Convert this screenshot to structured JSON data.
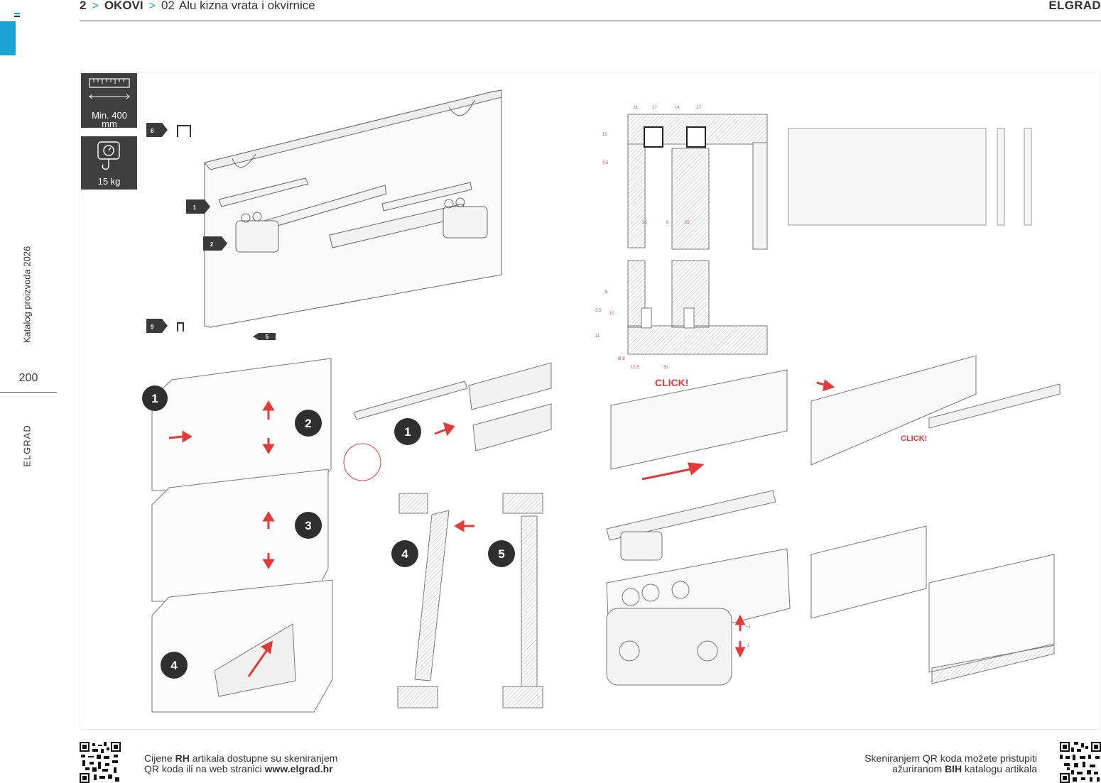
{
  "header": {
    "chapter_number": "2",
    "chapter_name": "OKOVI",
    "section_number": "02",
    "section_name": "Alu kizna vrata i okvirnice",
    "brand": "ELGRAD"
  },
  "sidebar": {
    "catalog_title": "Katalog proizvoda 2026",
    "page_number": "200",
    "brand": "ELGRAD"
  },
  "specs": {
    "min_width": "Min. 400 mm",
    "max_weight": "15 kg"
  },
  "diagram": {
    "part_labels": [
      "8",
      "1",
      "2",
      "9",
      "5"
    ],
    "step_numbers": [
      "1",
      "2",
      "3",
      "4",
      "1",
      "4",
      "5"
    ],
    "click_labels": [
      "CLICK!",
      "CLICK!"
    ],
    "adjust_labels": [
      "+1",
      "-1"
    ],
    "dimensions": [
      "11",
      "17",
      "14",
      "17",
      "13",
      "4,5",
      "25",
      "6",
      "25",
      "8",
      "3,5",
      "10",
      "11",
      "Ø 8",
      "12,5",
      "31"
    ]
  },
  "footer": {
    "left_line1_pre": "Cijene ",
    "left_line1_bold": "RH",
    "left_line1_post": " artikala dostupne su skeniranjem",
    "left_line2_pre": "QR koda ili na web stranici ",
    "left_line2_bold": "www.elgrad.hr",
    "right_line1": "Skeniranjem QR koda možete pristupiti",
    "right_line2_pre": "ažuriranom ",
    "right_line2_bold": "BIH",
    "right_line2_post": " katalogu artikala"
  },
  "colors": {
    "accent": "#1ba3d6",
    "badge_bg": "#3f3f3f",
    "highlight_red": "#e03a3a"
  },
  "icons": [
    "ruler-icon",
    "weight-hook-icon",
    "qr-code-icon"
  ]
}
